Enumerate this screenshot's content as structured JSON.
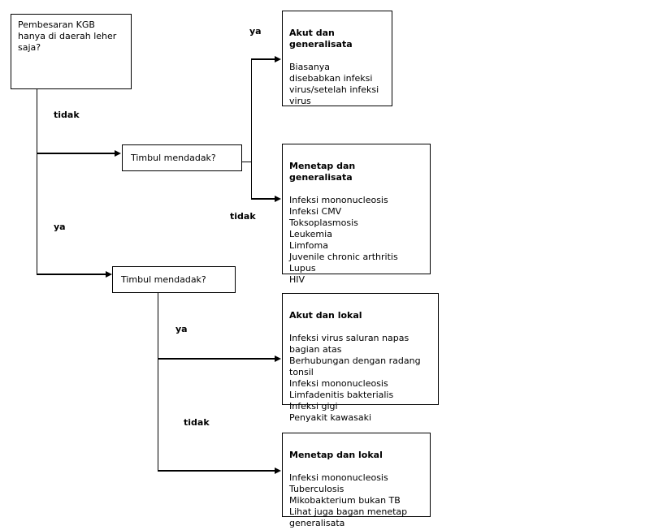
{
  "diagram": {
    "background_color": "#ffffff",
    "line_color": "#000000",
    "text_color": "#000000",
    "nodes": {
      "root_question": {
        "text": "Pembesaran KGB\nhanya di daerah leher\nsaja?"
      },
      "decision_top": {
        "text": "Timbul mendadak?"
      },
      "decision_bottom": {
        "text": "Timbul mendadak?"
      }
    },
    "branch_labels": {
      "root_tidak": "tidak",
      "root_ya": "ya",
      "decision_top_ya": "ya",
      "decision_top_tidak": "tidak",
      "decision_bottom_ya": "ya",
      "decision_bottom_tidak": "tidak"
    },
    "outcomes": {
      "akut_generalisata": {
        "title": "Akut dan\ngeneralisata",
        "items": [
          "Biasanya\ndisebabkan infeksi\nvirus/setelah infeksi\nvirus"
        ]
      },
      "menetap_generalisata": {
        "title": "Menetap dan\ngeneralisata",
        "items": [
          "Infeksi mononucleosis",
          "Infeksi CMV",
          "Toksoplasmosis",
          "Leukemia",
          "Limfoma",
          "Juvenile chronic arthritis",
          "Lupus",
          "HIV"
        ]
      },
      "akut_lokal": {
        "title": "Akut dan lokal",
        "items": [
          "Infeksi virus saluran napas\nbagian atas",
          "Berhubungan dengan radang\ntonsil",
          "Infeksi mononucleosis",
          "Limfadenitis bakterialis",
          "Infeksi gigi",
          "Penyakit kawasaki"
        ]
      },
      "menetap_lokal": {
        "title": "Menetap dan lokal",
        "items": [
          "Infeksi mononucleosis",
          "Tuberculosis",
          "Mikobakterium bukan TB",
          "Lihat juga bagan menetap\ngeneralisata"
        ]
      }
    }
  }
}
